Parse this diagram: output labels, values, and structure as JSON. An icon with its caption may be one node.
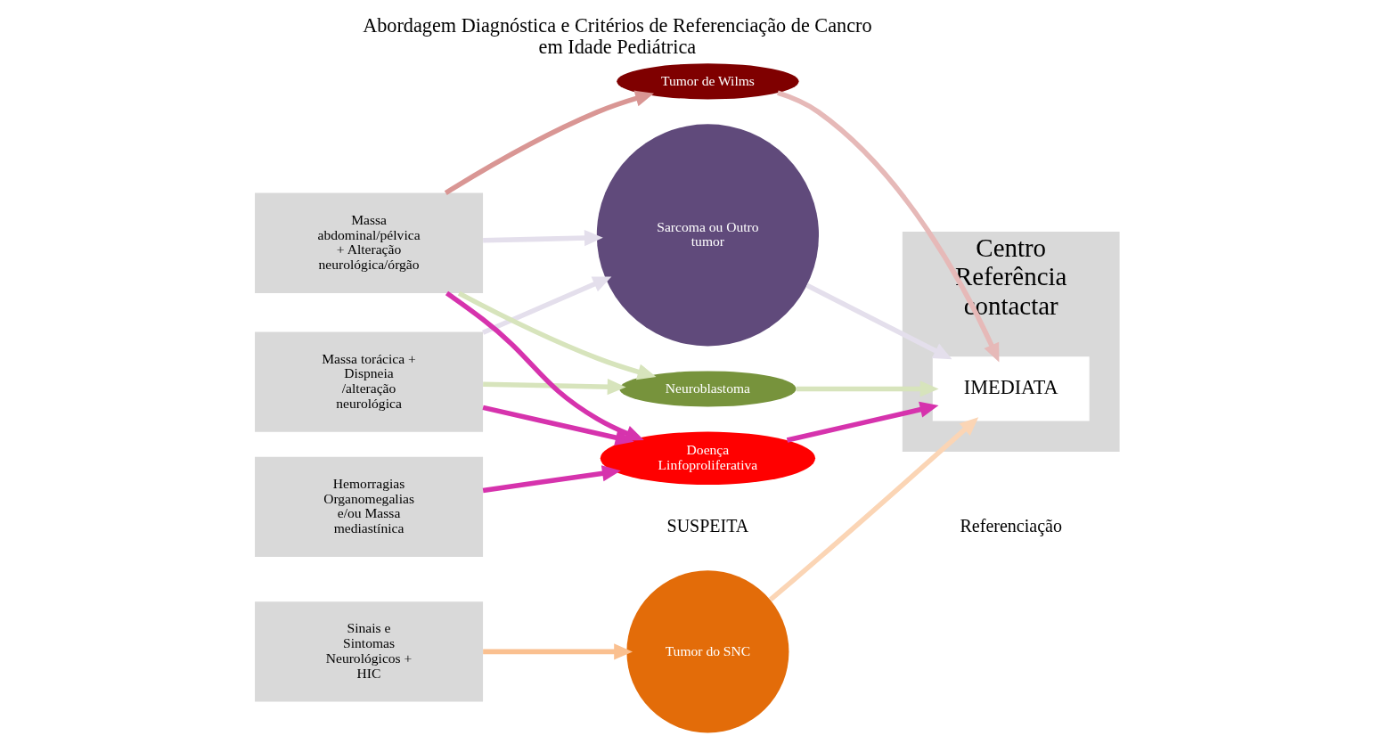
{
  "diagram": {
    "title": "Abordagem Diagnóstica e Critérios de Referenciação de Cancro em Idade Pediátrica",
    "nodes": [
      {
        "text": [
          "Sinais e Sintomas Neurológicos + HIC"
        ]
      },
      {
        "text": [
          "Hemorragias Organomegalias e/ou Massa mediastínica"
        ]
      },
      {
        "text": [
          "Massa torácica + Dispneia /alteração neurológica"
        ]
      },
      {
        "text": [
          "Massa abdominal/pélvica + Alteração neurológica/órgão"
        ]
      },
      {
        "text": [
          "Tumor do SNC"
        ]
      },
      {
        "text": [
          "Doença Linfoproliferativa"
        ]
      },
      {
        "text": [
          "Neuroblastoma"
        ]
      },
      {
        "text": [
          "Sarcoma ou Outro tumor"
        ]
      },
      {
        "text": [
          "Tumor de Wilms"
        ]
      },
      {
        "text": [
          "Centro Referência contactar"
        ]
      },
      {
        "text": [
          "IMEDIATA"
        ],
        "in": 9
      }
    ],
    "edges": [
      {
        "from": 0,
        "to": 4,
        "arrow": "to",
        "color": "#fac090"
      },
      {
        "from": 1,
        "to": 5,
        "arrow": "to",
        "color": "#d633ad"
      },
      {
        "from": 2,
        "to": 5,
        "arrow": "to",
        "color": "#d633ad"
      },
      {
        "from": 2,
        "to": 6,
        "arrow": "to",
        "color": "#d7e4bc"
      },
      {
        "from": 2,
        "to": 7,
        "arrow": "to",
        "color": "#e4dfec"
      },
      {
        "from": 3,
        "to": 5,
        "arrow": "to",
        "color": "#d633ad"
      },
      {
        "from": 3,
        "to": 6,
        "arrow": "to",
        "color": "#d7e4bc"
      },
      {
        "from": 3,
        "to": 7,
        "arrow": "to",
        "color": "#e4dfec"
      },
      {
        "from": 3,
        "to": 8,
        "arrow": "to",
        "color": "#d99694"
      },
      {
        "from": 4,
        "to": 10,
        "arrow": "to",
        "color": "#fbd5b5"
      },
      {
        "from": 5,
        "to": 10,
        "arrow": "to",
        "color": "#d633ad"
      },
      {
        "from": 6,
        "to": 10,
        "arrow": "to",
        "color": "#d7e4bc"
      },
      {
        "from": 7,
        "to": 10,
        "arrow": "to",
        "color": "#e4dfec"
      },
      {
        "from": 8,
        "to": 10,
        "arrow": "to",
        "color": "#e6b9b8"
      }
    ],
    "labels": [
      "SUSPEITA",
      "Referenciação"
    ]
  }
}
